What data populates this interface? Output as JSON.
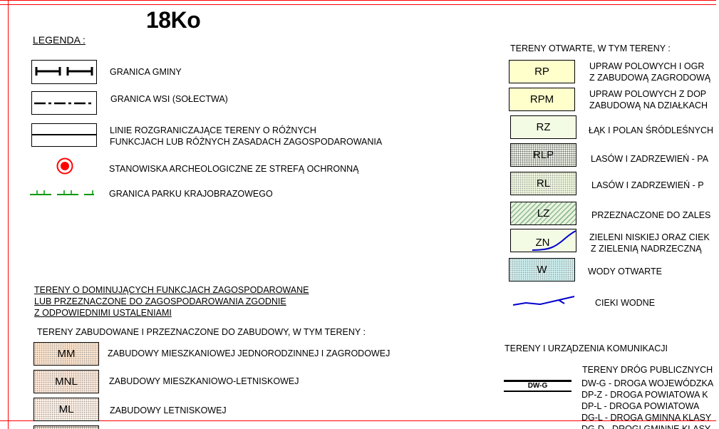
{
  "sheet_title": "18Ko",
  "legend_heading": "LEGENDA :",
  "boundaries": [
    {
      "label": "GRANICA  GMINY"
    },
    {
      "label": "GRANICA  WSI (SOŁECTWA)"
    },
    {
      "label_line1": "LINIE  ROZGRANICZAJĄCE  TERENY  O  RÓŻNYCH",
      "label_line2": "FUNKCJACH  LUB  RÓŻNYCH  ZASADACH  ZAGOSPODAROWANIA"
    },
    {
      "label": "STANOWISKA  ARCHEOLOGICZNE  ZE  STREFĄ  OCHRONNĄ"
    },
    {
      "label": "GRANICA PARKU KRAJOBRAZOWEGO"
    }
  ],
  "dominant_heading": [
    "TERENY  O  DOMINUJĄCYCH  FUNKCJACH  ZAGOSPODAROWANE",
    "LUB  PRZEZNACZONE  DO  ZAGOSPODAROWANIA  ZGODNIE",
    "Z  ODPOWIEDNIMI  USTALENIAMI"
  ],
  "built_heading": "TERENY  ZABUDOWANE  I  PRZEZNACZONE  DO  ZABUDOWY,  W  TYM  TERENY :",
  "built_items": [
    {
      "code": "MM",
      "label": "ZABUDOWY  MIESZKANIOWEJ  JEDNORODZINNEJ  I  ZAGRODOWEJ"
    },
    {
      "code": "MNL",
      "label": "ZABUDOWY  MIESZKANIOWO-LETNISKOWEJ"
    },
    {
      "code": "ML",
      "label": "ZABUDOWY LETNISKOWEJ"
    }
  ],
  "open_heading": "TERENY  OTWARTE,  W  TYM  TERENY :",
  "open_items": [
    {
      "code": "RP",
      "label_line1": "UPRAW  POLOWYCH  I  OGR",
      "label_line2": "Z  ZABUDOWĄ  ZAGRODOWĄ"
    },
    {
      "code": "RPM",
      "label_line1": "UPRAW  POLOWYCH Z DOP",
      "label_line2": "ZABUDOWĄ  NA DZIAŁKACH"
    },
    {
      "code": "RZ",
      "label_line1": "ŁĄK I POLAN ŚRÓDLEŚNYCH",
      "label_line2": ""
    },
    {
      "code": "RLP",
      "label_line1": "LASÓW  I  ZADRZEWIEŃ  - PA",
      "label_line2": ""
    },
    {
      "code": "RL",
      "label_line1": "LASÓW  I  ZADRZEWIEŃ  - P",
      "label_line2": ""
    },
    {
      "code": "LZ",
      "label_line1": "PRZEZNACZONE  DO  ZALES",
      "label_line2": ""
    },
    {
      "code": "ZN",
      "label_line1": "ZIELENI NISKIEJ ORAZ CIEK",
      "label_line2": " Z  ZIELENIĄ  NADRZECZNĄ"
    },
    {
      "code": "W",
      "label_line1": "WODY OTWARTE",
      "label_line2": ""
    }
  ],
  "watercourse_label": "CIEKI WODNE",
  "transport_heading": "TERENY  I  URZĄDZENIA  KOMUNIKACJI",
  "roads_heading": "TERENY  DRÓG  PUBLICZNYCH",
  "road_symbol_code": "DW-G",
  "roads": [
    "DW-G - DROGA WOJEWÓDZKA",
    "DP-Z - DROGA POWIATOWA K",
    "DP-L  -  DROGA   POWIATOWA",
    "DG-L - DROGA GMINNA KLASY",
    "DG-D - DROGI GMINNE KLASY"
  ],
  "colors": {
    "frame": "#ff0000",
    "rp_fill": "#ffffcc",
    "rz_fill": "#f4fbe4",
    "rl_fill": "#eef7dc",
    "zn_fill": "#f4fbe4",
    "w_fill": "#ccf0f0",
    "mm_fill": "#ffe4cc",
    "mnl_fill": "#ffe8d8",
    "ml_fill": "#fff0e4",
    "archeo": "#ff0000",
    "park_boundary": "#009900",
    "watercourse": "#0000cc"
  }
}
